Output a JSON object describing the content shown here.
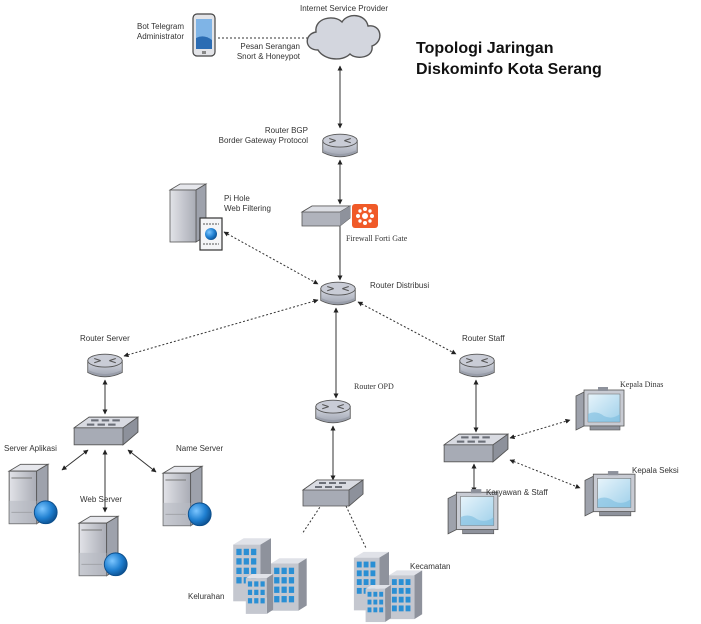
{
  "title": {
    "line1": "Topologi Jaringan",
    "line2": "Diskominfo Kota Serang"
  },
  "nodes": {
    "isp": {
      "label": "Internet Service Provider",
      "icon": "cloud-icon"
    },
    "telegram": {
      "label_line1": "Bot Telegram",
      "label_line2": "Administrator",
      "icon": "tablet-icon"
    },
    "attack_msg": {
      "line1": "Pesan Serangan",
      "line2": "Snort & Honeypot"
    },
    "router_bgp": {
      "label_line1": "Router BGP",
      "label_line2": "Border Gateway Protocol",
      "icon": "router-icon"
    },
    "pihole": {
      "label_line1": "Pi Hole",
      "label_line2": "Web Filtering",
      "icon": "server-icon"
    },
    "firewall": {
      "label": "Firewall Forti Gate",
      "icon": "firewall-icon",
      "badge_color": "#f05a28"
    },
    "router_distribusi": {
      "label": "Router Distribusi",
      "icon": "router-icon"
    },
    "router_server": {
      "label": "Router Server",
      "icon": "router-icon"
    },
    "router_opd": {
      "label": "Router OPD",
      "icon": "router-icon"
    },
    "router_staff": {
      "label": "Router Staff",
      "icon": "router-icon"
    },
    "switch_server": {
      "icon": "switch-icon"
    },
    "switch_opd": {
      "icon": "switch-icon"
    },
    "switch_staff": {
      "icon": "switch-icon"
    },
    "server_aplikasi": {
      "label": "Server Aplikasi",
      "icon": "server-icon"
    },
    "web_server": {
      "label": "Web Server",
      "icon": "server-icon"
    },
    "name_server": {
      "label": "Name Server",
      "icon": "server-icon"
    },
    "kelurahan": {
      "label": "Kelurahan",
      "icon": "building-icon"
    },
    "kecamatan": {
      "label": "Kecamatan",
      "icon": "building-icon"
    },
    "kepala_dinas": {
      "label": "Kepala Dinas",
      "icon": "monitor-icon"
    },
    "kepala_seksi": {
      "label": "Kepala Seksi",
      "icon": "monitor-icon"
    },
    "karyawan_staff": {
      "label": "Karyawan & Staff",
      "icon": "monitor-icon"
    }
  },
  "colors": {
    "device_gray": "#b9bcc6",
    "device_dark": "#8e929c",
    "globe_blue": "#1f7fd0",
    "window_blue": "#2a8fd4",
    "cloud_fill": "#d3d6de",
    "line": "#333333"
  }
}
